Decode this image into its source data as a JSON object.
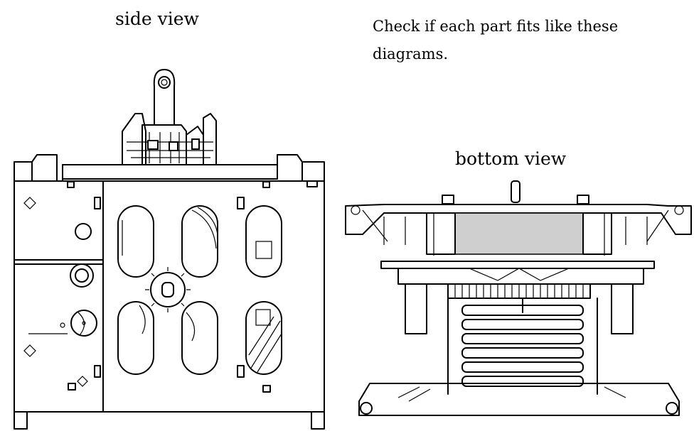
{
  "side_view": {
    "title": "side view"
  },
  "bottom_view": {
    "title": "bottom view"
  },
  "instruction": {
    "text": "Check if each part fits like these diagrams."
  }
}
